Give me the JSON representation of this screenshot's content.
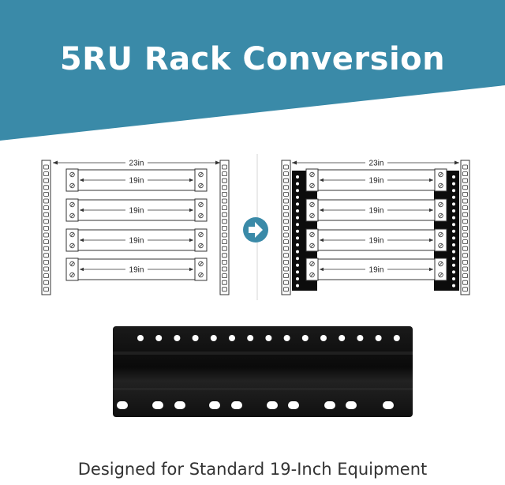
{
  "header": {
    "title": "5RU Rack Conversion",
    "background": "#3a8aa8"
  },
  "diagram": {
    "before": {
      "span_label": "23in",
      "units": [
        {
          "label": "19in"
        },
        {
          "label": "19in"
        },
        {
          "label": "19in"
        },
        {
          "label": "19in"
        }
      ]
    },
    "arrow_icon": "right-arrow-icon",
    "after": {
      "span_label": "23in",
      "units": [
        {
          "label": "19in"
        },
        {
          "label": "19in"
        },
        {
          "label": "19in"
        },
        {
          "label": "19in"
        }
      ]
    }
  },
  "footer": {
    "caption": "Designed for Standard 19-Inch Equipment"
  }
}
